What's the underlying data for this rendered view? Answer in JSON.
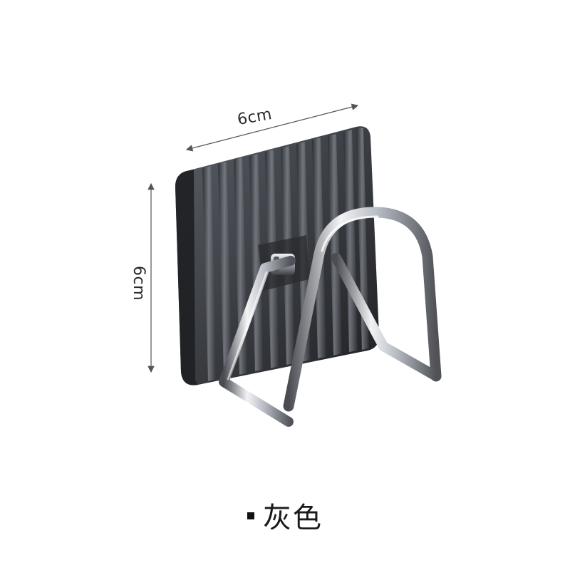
{
  "dimensions": {
    "width_label": "6cm",
    "height_label": "6cm"
  },
  "caption": {
    "color_name": "灰色"
  },
  "colors": {
    "background": "#ffffff",
    "panel": "#3a3d42",
    "panel_edge": "#1e1f22",
    "steel": "#b8bcc4",
    "steel_highlight": "#f2f3f5",
    "steel_shadow": "#4a4c52",
    "dimension_line": "#555555"
  },
  "icons": {
    "product": "sponge-holder-rack-icon",
    "bullet": "square-bullet-icon"
  }
}
